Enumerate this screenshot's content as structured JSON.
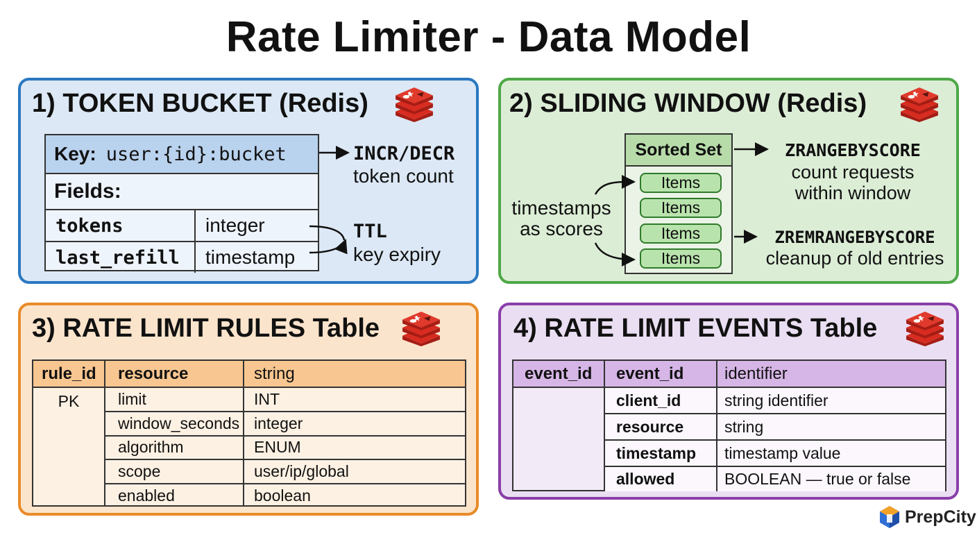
{
  "title": "Rate Limiter - Data Model",
  "colors": {
    "blue": "#2a78c0",
    "green": "#4ea847",
    "orange": "#e98b2a",
    "purple": "#8a3fa8",
    "redis_red": "#d82c20"
  },
  "panel1": {
    "title": "1) TOKEN BUCKET (Redis)",
    "icon": "redis-icon",
    "key_label": "Key:",
    "key_value": "user:{id}:bucket",
    "fields_label": "Fields:",
    "fields": [
      {
        "name": "tokens",
        "type": "integer"
      },
      {
        "name": "last_refill",
        "type": "timestamp"
      }
    ],
    "op1_title": "INCR/DECR",
    "op1_desc": "token count",
    "op2_title": "TTL",
    "op2_desc": "key expiry"
  },
  "panel2": {
    "title": "2) SLIDING WINDOW (Redis)",
    "icon": "redis-icon",
    "set_title": "Sorted Set",
    "items": [
      "Items",
      "Items",
      "Items",
      "Items"
    ],
    "left_note_1": "timestamps",
    "left_note_2": "as scores",
    "op1_title": "ZRANGEBYSCORE",
    "op1_desc_1": "count requests",
    "op1_desc_2": "within window",
    "op2_title": "ZREMRANGEBYSCORE",
    "op2_desc": "cleanup of old entries"
  },
  "panel3": {
    "title": "3) RATE LIMIT RULES Table",
    "icon": "redis-icon",
    "pk_name": "rule_id",
    "pk_label": "PK",
    "rows": [
      {
        "field": "resource",
        "type": "string"
      },
      {
        "field": "limit",
        "type": "INT"
      },
      {
        "field": "window_seconds",
        "type": "integer"
      },
      {
        "field": "algorithm",
        "type": "ENUM"
      },
      {
        "field": "scope",
        "type": "user/ip/global"
      },
      {
        "field": "enabled",
        "type": "boolean"
      }
    ]
  },
  "panel4": {
    "title": "4) RATE LIMIT EVENTS Table",
    "icon": "redis-icon",
    "pk_name": "event_id",
    "rows": [
      {
        "field": "event_id",
        "type": "identifier"
      },
      {
        "field": "client_id",
        "type": "string identifier"
      },
      {
        "field": "resource",
        "type": "string"
      },
      {
        "field": "timestamp",
        "type": "timestamp value"
      },
      {
        "field": "allowed",
        "type": "BOOLEAN — true or false"
      }
    ]
  },
  "brand": {
    "name": "PrepCity"
  }
}
